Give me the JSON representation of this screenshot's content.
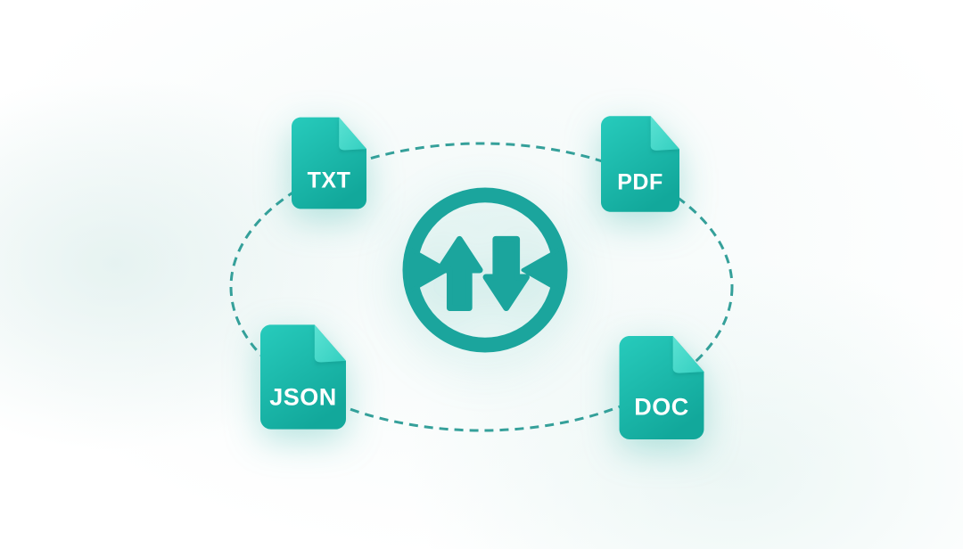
{
  "diagram": {
    "name": "file-format-conversion-illustration",
    "files": [
      {
        "label": "TXT",
        "position": "top-left"
      },
      {
        "label": "PDF",
        "position": "top-right"
      },
      {
        "label": "JSON",
        "position": "bottom-left"
      },
      {
        "label": "DOC",
        "position": "bottom-right"
      }
    ],
    "center_icon": "sync-transfer-arrows",
    "orbit_style": "dashed-ellipse",
    "colors": {
      "accent": "#1BA59D",
      "icon_gradient_top": "#27CBBC",
      "icon_gradient_bottom": "#12A89B",
      "fold_light": "#5BE2D3",
      "fold_dark": "#33CFC0",
      "dash_stroke": "#35A09A",
      "label_text": "#FFFFFF",
      "background": "#FFFFFF"
    }
  }
}
